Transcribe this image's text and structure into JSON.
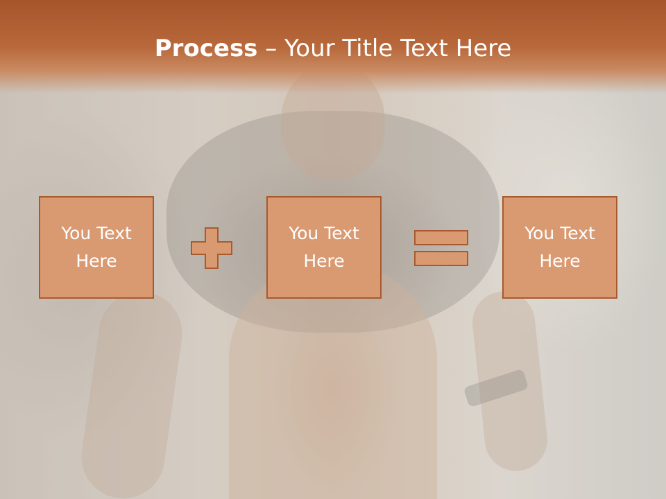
{
  "slide": {
    "title_strong": "Process",
    "title_rest": " – Your Title Text Here"
  },
  "process": {
    "boxes": [
      {
        "label": "You Text\nHere"
      },
      {
        "label": "You Text\nHere"
      },
      {
        "label": "You Text\nHere"
      }
    ],
    "operators": [
      "plus-icon",
      "equals-icon"
    ]
  },
  "colors": {
    "accent": "#d99a72",
    "accent_border": "#a85a2e",
    "title_bar": "#b8683a",
    "text": "#ffffff"
  }
}
